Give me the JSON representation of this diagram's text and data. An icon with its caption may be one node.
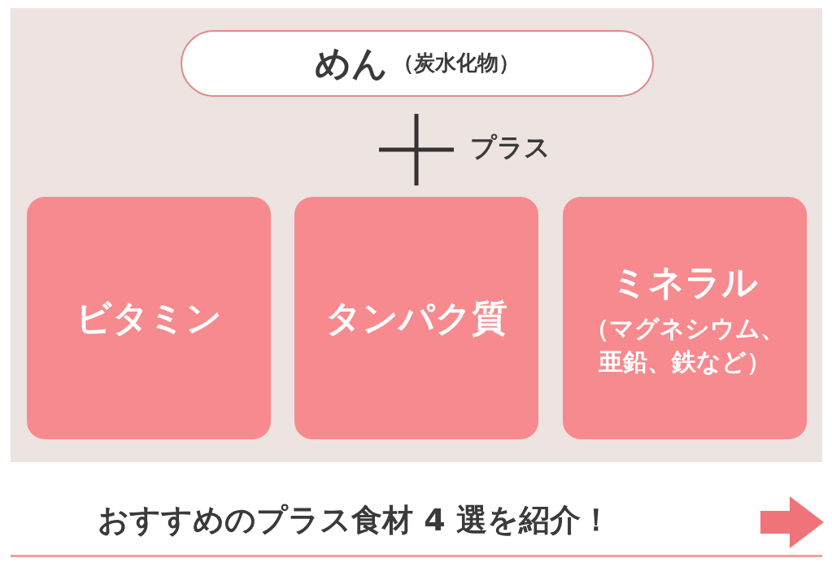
{
  "diagram": {
    "nodes": [
      {
        "text": [
          "めん",
          "（炭水化物）"
        ]
      },
      {
        "text": [
          "ビタミン"
        ]
      },
      {
        "text": [
          "タンパク質"
        ]
      },
      {
        "text": [
          "ミネラル",
          "（マグネシウム、亜鉛、鉄など）"
        ]
      }
    ],
    "labels": [
      "プラス",
      "おすすめのプラス食材 4 選を紹介！"
    ]
  }
}
